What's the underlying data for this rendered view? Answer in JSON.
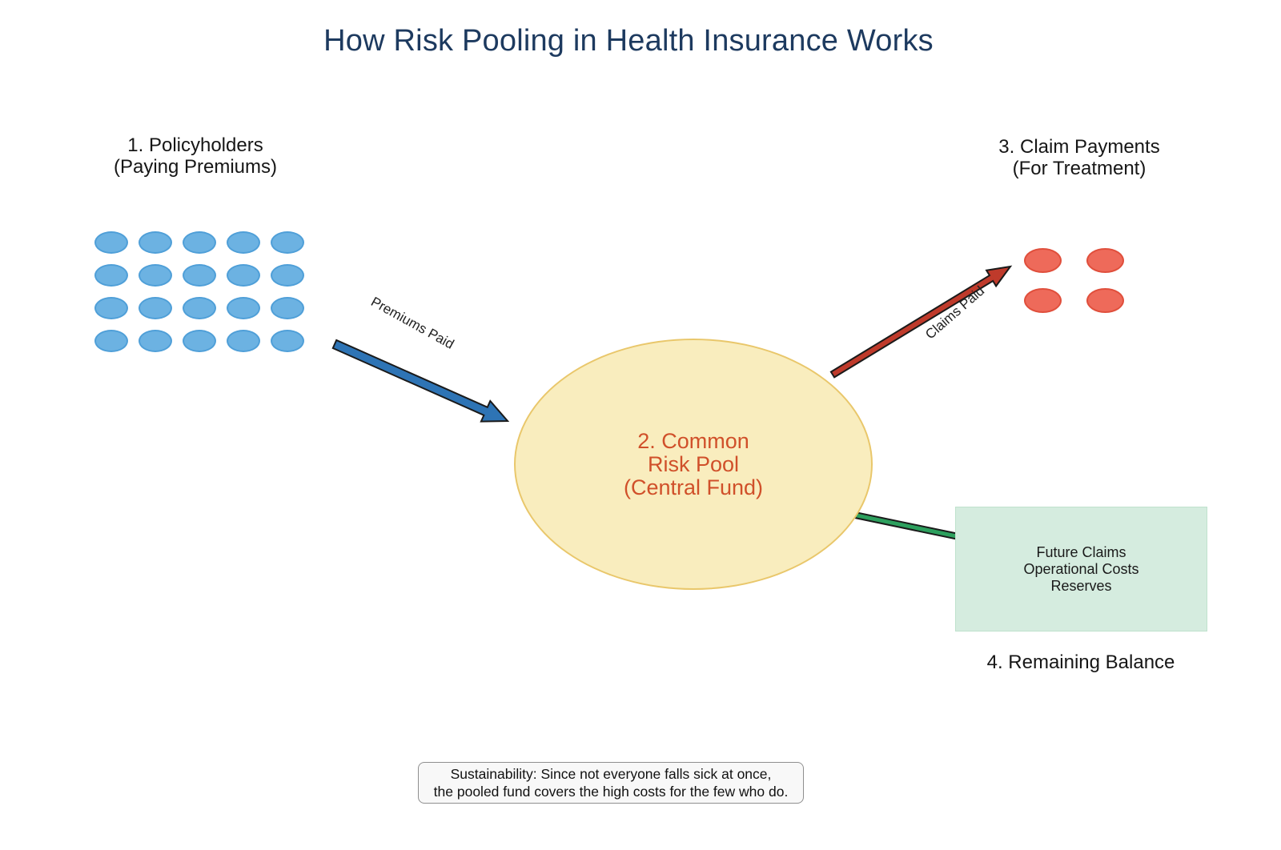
{
  "title": "How Risk Pooling in Health Insurance Works",
  "policyholders": {
    "label_line1": "1. Policyholders",
    "label_line2": "(Paying Premiums)",
    "count": 20,
    "rows": 4,
    "cols": 5
  },
  "risk_pool": {
    "line1": "2. Common",
    "line2": "Risk Pool",
    "line3": "(Central Fund)"
  },
  "claims": {
    "label_line1": "3. Claim Payments",
    "label_line2": "(For Treatment)",
    "count": 4,
    "rows": 2,
    "cols": 2
  },
  "premiums_arrow_label": "Premiums Paid",
  "claims_arrow_label": "Claims Paid",
  "reserves_box": {
    "line1": "Future Claims",
    "line2": "Operational Costs",
    "line3": "Reserves"
  },
  "remaining_balance_label": "4. Remaining Balance",
  "footnote": {
    "line1": "Sustainability: Since not everyone falls sick at once,",
    "line2": "the pooled fund covers the high costs for the few who do."
  },
  "colors": {
    "title_color": "#1d3a5f",
    "policyholder_fill": "#6cb2e2",
    "policyholder_border": "#4f9fd8",
    "pool_fill": "#f9edbe",
    "pool_border": "#e9c76b",
    "pool_text": "#d0502a",
    "claim_fill": "#ee6a5a",
    "claim_border": "#e04f3c",
    "premiums_arrow": "#2e74b5",
    "claims_arrow": "#bf3a2b",
    "reserves_arrow": "#2da05e",
    "arrow_outline": "#1a1a1a",
    "reserves_fill": "#d5ecdf",
    "reserves_border": "#bfe2cd",
    "note_fill": "#f8f8f8",
    "note_border": "#8f8f8f"
  }
}
